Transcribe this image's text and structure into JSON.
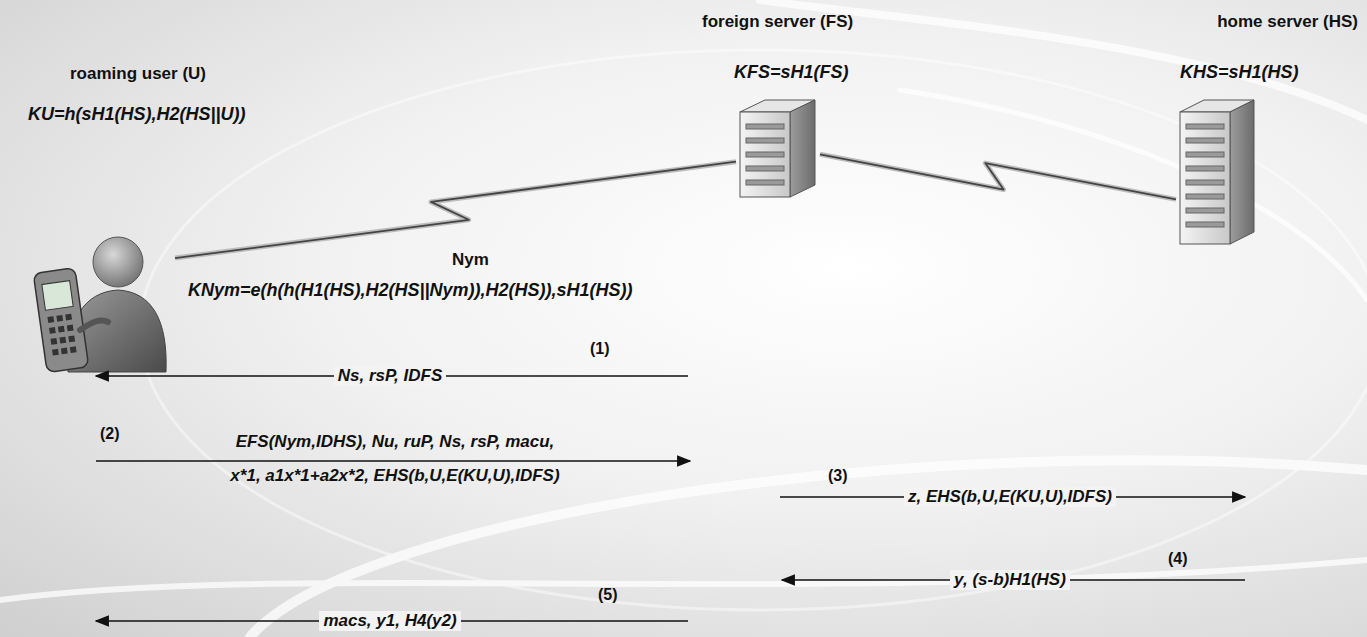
{
  "diagram": {
    "nodes": [
      {
        "text": [
          "roaming user (U)",
          "KU=h(sH1(HS),H2(HS||U))"
        ]
      },
      {
        "text": [
          "foreign server (FS)",
          "KFS=sH1(FS)"
        ]
      },
      {
        "text": [
          "home server (HS)",
          "KHS=sH1(HS)"
        ]
      }
    ],
    "edges": [
      {
        "from": 0,
        "to": 1,
        "arrow": "none",
        "label": "Nym"
      },
      {
        "from": 1,
        "to": 2,
        "arrow": "none"
      }
    ],
    "labels": [
      "KNym=e(h(h(H1(HS),H2(HS||Nym)),H2(HS)),sH1(HS))",
      "(1)",
      "Ns, rsP, IDFS",
      "(2)",
      "EFS(Nym,IDHS), Nu, ruP, Ns, rsP, macu,",
      "x*1, a1x*1+a2x*2, EHS(b,U,E(KU,U),IDFS)",
      "(3)",
      "z, EHS(b,U,E(KU,U),IDFS)",
      "(4)",
      "y, (s-b)H1(HS)",
      "(5)",
      "macs, y1, H4(y2)"
    ]
  }
}
